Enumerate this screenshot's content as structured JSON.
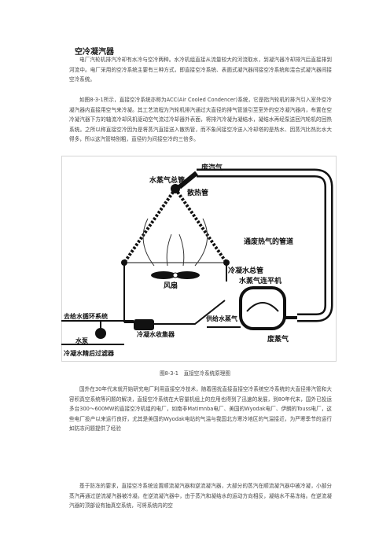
{
  "document": {
    "title": "空冷凝汽器",
    "paragraphs": [
      "电厂汽轮机排汽冷却有水冷与空冷两种。水冷机组直接从流量较大的河流取水，到凝汽器冷却排汽后直接排到河流中。电厂采用的空冷系统主要有三种方式，即直接空冷系统、表面式凝汽器间接空冷系统和混合式凝汽器间接空冷系统。",
      "如图8-3-1所示，直接空冷系统亦称为ACC(Air Cooled Condencer)系统，它是指汽轮机的排汽引入室外空冷凝汽器内直接用空气来冷凝。其工艺流程为汽轮机排汽通过大直径的排气管道引至室外的空冷凝汽器内，布置在空冷凝汽器下方的轴流冷却风机驱动空气流过冷却器外表面，将排汽冷凝为凝结水，凝结水再经泵送回汽轮机的回热系统。之所以称直接空冷因为是将蒸汽直接送入散热管，而不象间接空冷送入冷却塔的是热水、因蒸汽比热比水大得多，所以这汽管特别粗，直径约为间接空冷的三倍多。",
      "国外在30年代末就开始研究电厂利用直接空冷技术，随着困扰直接直接空冷系统空冷系统的大直径排汽管和大容积真空系统等问题的解决，直接空冷系统在大容量机组上的应用也得到了迅速的发展，到80年代末，国外已投运多台300～600MW的直接空冷机组的电厂，如南非Matimnba电厂、美国的Wyodak电厂、伊朗的Touss电厂，这些电厂投产以来运行良好，尤其是美国的Wyodak电站的气温与我国北方寒冷地区的气温接近，为严寒季节的运行如防冻问题提供了经验",
      "基于防冻的要求，直接空冷系统设置顺流凝汽器和逆流凝汽器，大部分的蒸汽在顺流凝汽器中被冷凝，小部分蒸汽再通过逆流凝汽器被冷凝。在逆流凝汽器中，由于蒸汽和凝结水的运动方向相反，凝结水不易冻结。在逆流凝汽器的顶部设有抽真空系统，可将系统内的空"
    ],
    "caption": "图8-3-1　直接空冷系统原理图"
  },
  "figure": {
    "labels": {
      "exhaust_pipe": "废汽气",
      "steam_header": "水蒸气总管",
      "cooling_tubes": "散热管",
      "exhaust_duct": "通废热气的管道",
      "condensate_header": "冷凝水总管",
      "fan": "风扇",
      "balancer": "水蒸气连平机",
      "to_return": "去给水循环系统",
      "condensate_tank": "冷凝水收集器",
      "feedwater_steam": "供给水蒸气",
      "pump": "水泵",
      "polisher": "冷凝水精后过滤器",
      "waste_steam": "废蒸气"
    }
  }
}
